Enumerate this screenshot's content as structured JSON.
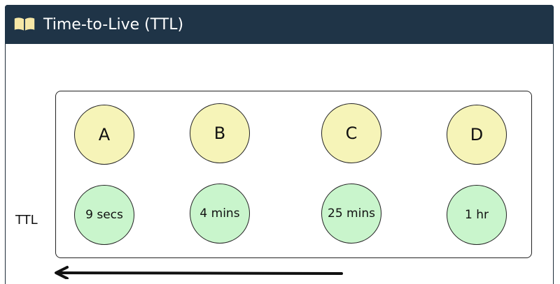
{
  "header": {
    "title": "Time-to-Live (TTL)",
    "icon": "book-icon"
  },
  "colors": {
    "header_bg": "#1f3447",
    "key_fill": "#f6f4b8",
    "ttl_fill": "#c9f5cc"
  },
  "row_label": "TTL",
  "nodes": [
    {
      "key": "A",
      "ttl": "9 secs"
    },
    {
      "key": "B",
      "ttl": "4 mins"
    },
    {
      "key": "C",
      "ttl": "25 mins"
    },
    {
      "key": "D",
      "ttl": "1 hr"
    }
  ]
}
